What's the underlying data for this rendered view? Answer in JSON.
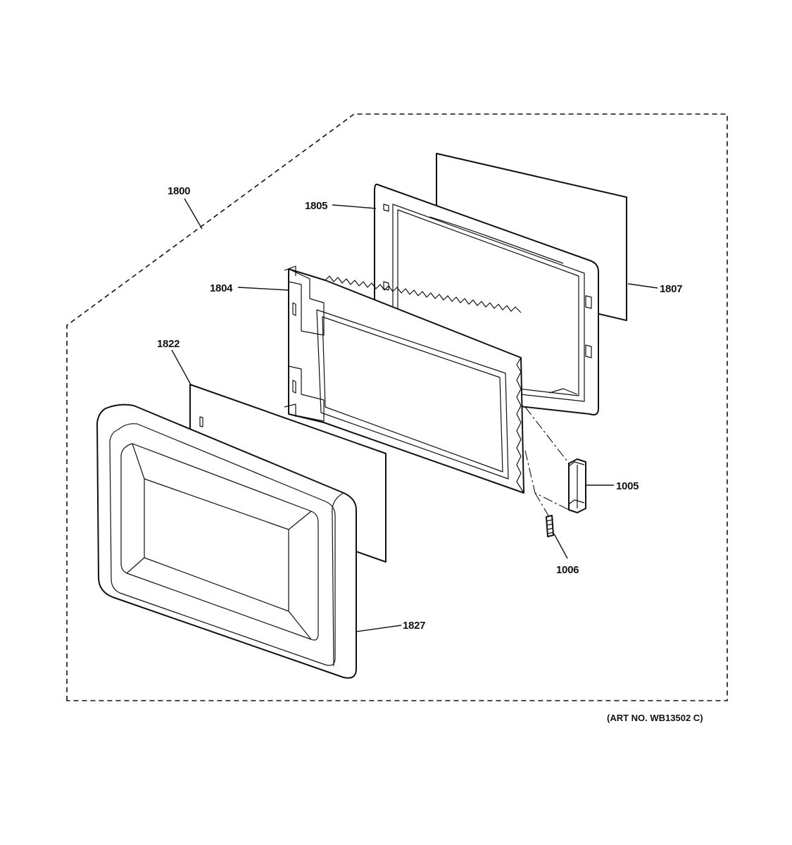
{
  "labels": {
    "p1800": "1800",
    "p1805": "1805",
    "p1807": "1807",
    "p1804": "1804",
    "p1822": "1822",
    "p1005": "1005",
    "p1006": "1006",
    "p1827": "1827"
  },
  "art_number": "(ART NO. WB13502 C)"
}
